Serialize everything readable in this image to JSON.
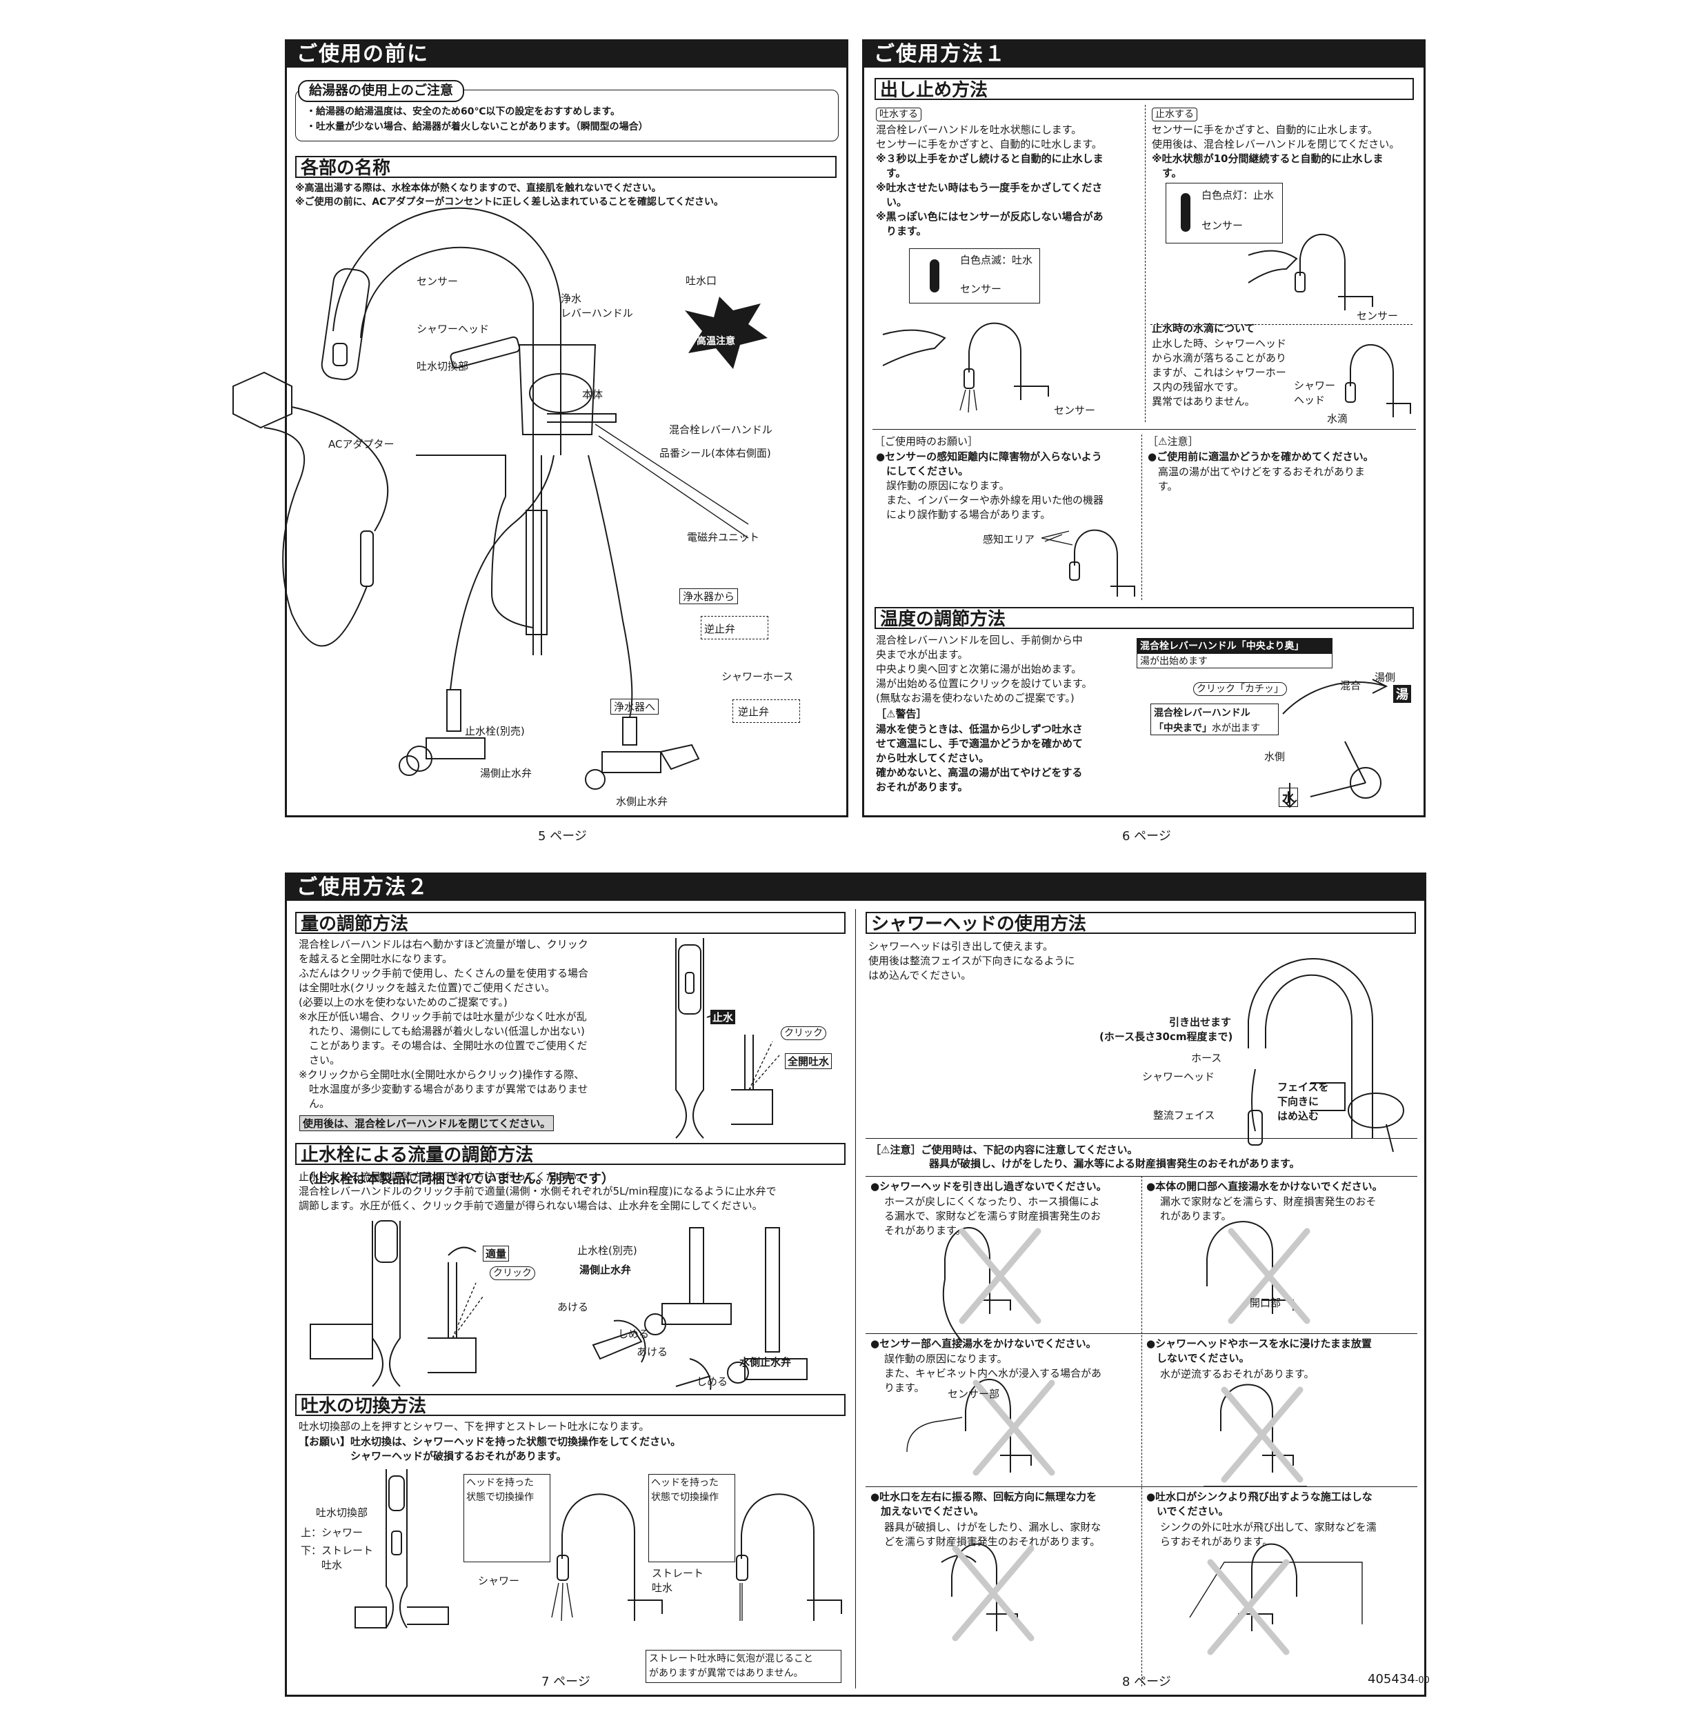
{
  "p5": {
    "header": "ご使用の前に",
    "heater_title": "給湯器の使用上のご注意",
    "heater_lines": [
      "・給湯器の給湯温度は、安全のため60℃以下の設定をおすすめします。",
      "・吐水量が少ない場合、給湯器が着火しないことがあります。（瞬間型の場合）"
    ],
    "parts_title": "各部の名称",
    "parts_notes": [
      "※高温出湯する際は、水栓本体が熱くなりますので、直接肌を触れないでください。",
      "※ご使用の前に、ACアダプターがコンセントに正しく差し込まれていることを確認してください。"
    ],
    "labels": {
      "sensor": "センサー",
      "shower_head": "シャワーヘッド",
      "switch": "吐水切換部",
      "spout": "吐水口",
      "pure_lever": "浄水\nレバーハンドル",
      "hot_caution": "高温注意",
      "body": "本体",
      "mix_lever": "混合栓レバーハンドル",
      "seal": "品番シール(本体右側面)",
      "ac": "ACアダプター",
      "valve_unit": "電磁弁ユニット",
      "from_purifier": "浄水器から",
      "check_valve_1": "逆止弁",
      "shower_hose": "シャワーホース",
      "to_purifier": "浄水器へ",
      "check_valve_2": "逆止弁",
      "stop_valve": "止水栓(別売)",
      "hot_valve": "湯側止水弁",
      "cold_valve": "水側止水弁"
    },
    "page_num": "5 ページ"
  },
  "p6": {
    "header": "ご使用方法１",
    "sec1": "出し止め方法",
    "pill_on": "吐水する",
    "on_text": "混合栓レバーハンドルを吐水状態にします。\nセンサーに手をかざすと、自動的に吐水します。",
    "on_bold": "※３秒以上手をかざし続けると自動的に止水しま\n　す。\n※吐水させたい時はもう一度手をかざしてくださ\n　い。\n※黒っぽい色にはセンサーが反応しない場合があ\n　ります。",
    "blink": "白色点滅：吐水",
    "sensor": "センサー",
    "pill_off": "止水する",
    "off_text": "センサーに手をかざすと、自動的に止水します。\n使用後は、混合栓レバーハンドルを閉じてください。",
    "off_bold": "※吐水状態が10分間継続すると自動的に止水しま\n　す。",
    "lit": "白色点灯：止水",
    "drip_title": "止水時の水滴について",
    "drip_text": "止水した時、シャワーヘッド\nから水滴が落ちることがあり\nますが、これはシャワーホー\nス内の残留水です。\n異常ではありません。",
    "shower_head_lbl": "シャワー\nヘッド",
    "drip_lbl": "水滴",
    "request_title": "［ご使用時のお願い］",
    "request_bold": "●センサーの感知距離内に障害物が入らないよう\n　にしてください。",
    "request_text": "　誤作動の原因になります。\n　また、インバーターや赤外線を用いた他の機器\n　により誤作動する場合があります。",
    "sense_area": "感知エリア",
    "caution_title": "［⚠注意］",
    "caution_bold": "●ご使用前に適温かどうかを確かめてください。",
    "caution_text": "　高温の湯が出てやけどをするおそれがありま\n　す。",
    "sec2": "温度の調節方法",
    "temp_text": "混合栓レバーハンドルを回し、手前側から中\n央まで水が出ます。\n中央より奥へ回すと次第に湯が出始めます。\n湯が出始める位置にクリックを設けています。\n(無駄なお湯を使わないためのご提案です。)",
    "warn_title": "［⚠警告］",
    "warn_bold": "湯水を使うときは、低温から少しずつ吐水さ\nせて適温にし、手で適温かどうかを確かめて\nから吐水してください。\n確かめないと、高温の湯が出てやけどをする\nおそれがあります。",
    "callout1_b": "混合栓レバーハンドル「中央より奥」",
    "callout1_t": "湯が出始めます",
    "click": "クリック「カチッ」",
    "mix": "混合",
    "hot_side": "湯側",
    "hot": "湯",
    "callout2_b1": "混合栓レバーハンドル",
    "callout2_b2": "「中央まで」",
    "callout2_t": "水が出ます",
    "cold_side": "水側",
    "cold": "水",
    "page_num": "6 ページ"
  },
  "p7": {
    "header": "ご使用方法２",
    "sec1": "量の調節方法",
    "vol_text": "混合栓レバーハンドルは右へ動かすほど流量が増し、クリック\nを越えると全開吐水になります。\nふだんはクリック手前で使用し、たくさんの量を使用する場合\nは全開吐水(クリックを越えた位置)でご使用ください。\n(必要以上の水を使わないためのご提案です。)",
    "vol_note1": "※水圧が低い場合、クリック手前では吐水量が少なく吐水が乱\n　れたり、湯側にしても給湯器が着火しない(低温しか出ない)\n　ことがあります。その場合は、全開吐水の位置でご使用くだ\n　さい。",
    "vol_note2": "※クリックから全開吐水(全開吐水からクリック)操作する際、\n　吐水温度が多少変動する場合がありますが異常ではありませ\n　ん。",
    "vol_after": "使用後は、混合栓レバーハンドルを閉じてください。",
    "stop": "止水",
    "click": "クリック",
    "full": "全開吐水",
    "sec2": "止水栓による流量の調節方法",
    "sec2_sub": "（止水栓は本製品に同梱されていません。別売です）",
    "flow_text": "止水栓による流量の調節方法は下記の方法で行ってください。\n混合栓レバーハンドルのクリック手前で適量(湯側・水側それぞれが5L/min程度)になるように止水弁で\n調節します。水圧が低く、クリック手前で適量が得られない場合は、止水弁を全開にしてください。",
    "proper": "適量",
    "click2": "クリック",
    "stop_valve": "止水栓(別売)",
    "hot_valve": "湯側止水弁",
    "open1": "あける",
    "close1": "しめる",
    "open2": "あける",
    "close2": "しめる",
    "cold_valve": "水側止水弁",
    "sec3": "吐水の切換方法",
    "sw_text": "吐水切換部の上を押すとシャワー、下を押すとストレート吐水になります。",
    "sw_req": "【お願い】吐水切換は、シャワーヘッドを持った状態で切換操作をしてください。\n　　　　　シャワーヘッドが破損するおそれがあります。",
    "sw_part": "吐水切換部",
    "sw_up": "上：シャワー",
    "sw_down": "下：ストレート\n　　吐水",
    "hold1": "ヘッドを持った\n状態で切換操作",
    "shower": "シャワー",
    "hold2": "ヘッドを持った\n状態で切換操作",
    "straight": "ストレート\n吐水",
    "bubble": "ストレート吐水時に気泡が混じること\nがありますが異常ではありません。",
    "page_num": "7 ページ"
  },
  "p8": {
    "sec1": "シャワーヘッドの使用方法",
    "sh_text": "シャワーヘッドは引き出して使えます。\n使用後は整流フェイスが下向きになるように\nはめ込んでください。",
    "pull": "引き出せます",
    "hose_len": "(ホース長さ30cm程度まで)",
    "hose": "ホース",
    "head": "シャワーヘッド",
    "face": "整流フェイス",
    "face_down": "フェイスを\n下向きに\nはめ込む",
    "caution1": "［⚠注意］ご使用時は、下記の内容に注意してください。",
    "caution2": "器具が破損し、けがをしたり、漏水等による財産損害発生のおそれがあります。",
    "items": [
      {
        "t": "●シャワーヘッドを引き出し過ぎないでください。",
        "d": "ホースが戻しにくくなったり、ホース損傷によ\nる漏水で、家財などを濡らす財産損害発生のお\nそれがあります。"
      },
      {
        "t": "●本体の開口部へ直接湯水をかけないでください。",
        "d": "漏水で家財などを濡らす、財産損害発生のおそ\nれがあります。"
      },
      {
        "t": "●センサー部へ直接湯水をかけないでください。",
        "d": "誤作動の原因になります。\nまた、キャビネット内へ水が浸入する場合があ\nります。"
      },
      {
        "t": "●シャワーヘッドやホースを水に浸けたまま放置\n　しないでください。",
        "d": "水が逆流するおそれがあります。"
      },
      {
        "t": "●吐水口を左右に振る際、回転方向に無理な力を\n　加えないでください。",
        "d": "器具が破損し、けがをしたり、漏水し、家財な\nどを濡らす財産損害発生のおそれがあります。"
      },
      {
        "t": "●吐水口がシンクより飛び出すような施工はしな\n　いでください。",
        "d": "シンクの外に吐水が飛び出して、家財などを濡\nらすおそれがあります。"
      }
    ],
    "opening": "開口部",
    "sensor_part": "センサー部",
    "page_num": "8 ページ"
  },
  "doc_code": "405434",
  "doc_code_suffix": "-00"
}
